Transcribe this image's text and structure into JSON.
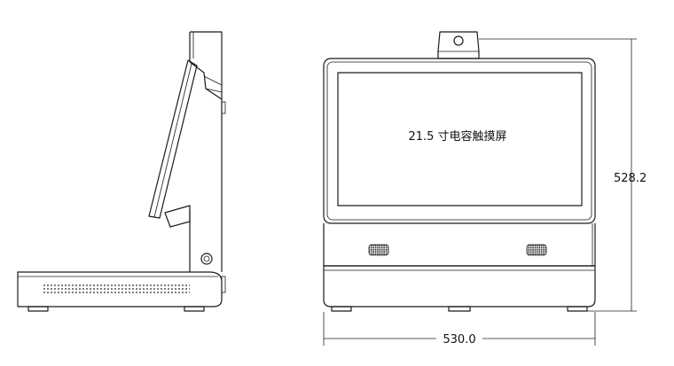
{
  "drawing": {
    "screen_label": "21.5 寸电容触摸屏",
    "height_dimension": "528.2",
    "width_dimension": "530.0"
  },
  "icons": {
    "camera": "camera-icon",
    "power": "power-button-icon",
    "speaker": "speaker-grille-icon"
  },
  "colors": {
    "line": "#1a1a1a",
    "background": "#ffffff"
  }
}
